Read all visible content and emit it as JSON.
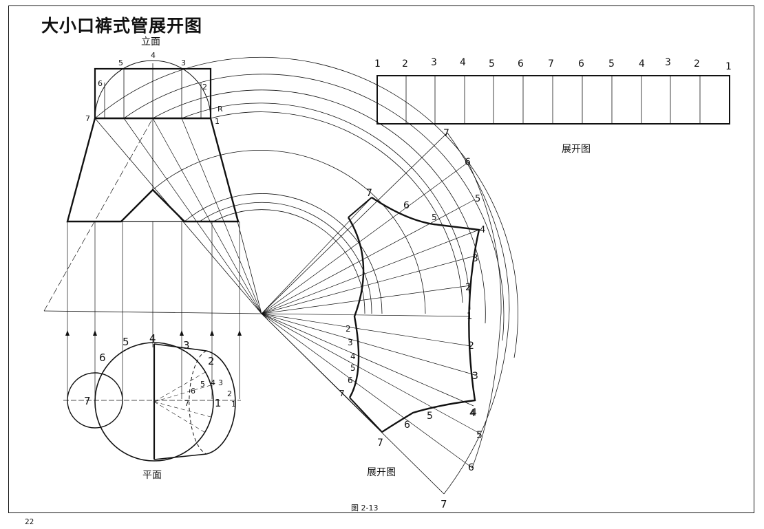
{
  "title": "大小口裤式管展开图",
  "labels": {
    "elevation": "立面",
    "plan": "平面",
    "development_top": "展开图",
    "development_bottom": "展开图",
    "figure": "图 2-13",
    "page_number": "22",
    "radius_mark": "R"
  },
  "strip_numbers": [
    "1",
    "2",
    "3",
    "4",
    "5",
    "6",
    "7",
    "6",
    "5",
    "4",
    "3",
    "2",
    "1"
  ],
  "elevation_numbers": [
    "5",
    "4",
    "3",
    "6",
    "2",
    "7",
    "1"
  ],
  "plan_numbers": [
    "6",
    "5",
    "4",
    "3",
    "2",
    "7",
    "6",
    "5",
    "4",
    "3",
    "2",
    "7",
    "1",
    "1"
  ],
  "fan_inner_numbers": [
    "2",
    "3",
    "4",
    "5",
    "6",
    "7"
  ],
  "fan_outer_numbers": [
    "7",
    "6",
    "5",
    "4",
    "3",
    "2",
    "1",
    "2",
    "3",
    "4",
    "5",
    "6",
    "7"
  ],
  "fan_lower_numbers": [
    "7",
    "6",
    "5",
    "4"
  ],
  "fan_mid_numbers": [
    "7",
    "6",
    "5"
  ],
  "colors": {
    "line": "#111111",
    "paper": "#ffffff"
  }
}
